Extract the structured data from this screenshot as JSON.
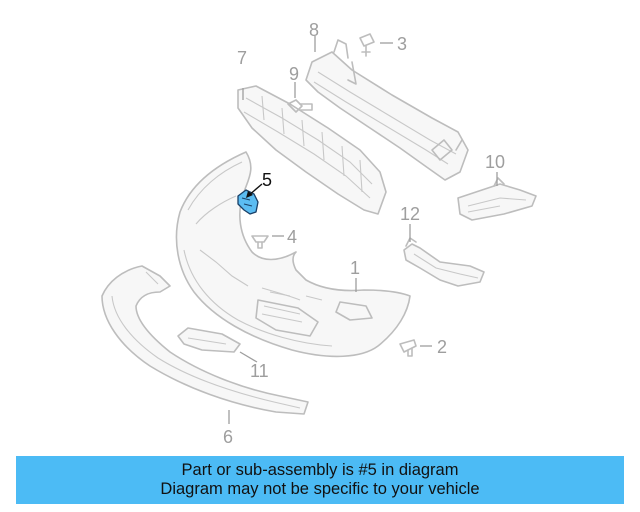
{
  "diagram": {
    "callouts": {
      "c1": "1",
      "c2": "2",
      "c3": "3",
      "c4": "4",
      "c5": "5",
      "c6": "6",
      "c7": "7",
      "c8": "8",
      "c9": "9",
      "c10": "10",
      "c11": "11",
      "c12": "12"
    },
    "highlighted_part": "5",
    "highlight_color": "#5bbcf2",
    "line_color": "#bdbdbd"
  },
  "banner": {
    "line1": "Part or sub-assembly is #5 in diagram",
    "line2": "Diagram may not be specific to your vehicle",
    "color": "#4cbbf5"
  }
}
